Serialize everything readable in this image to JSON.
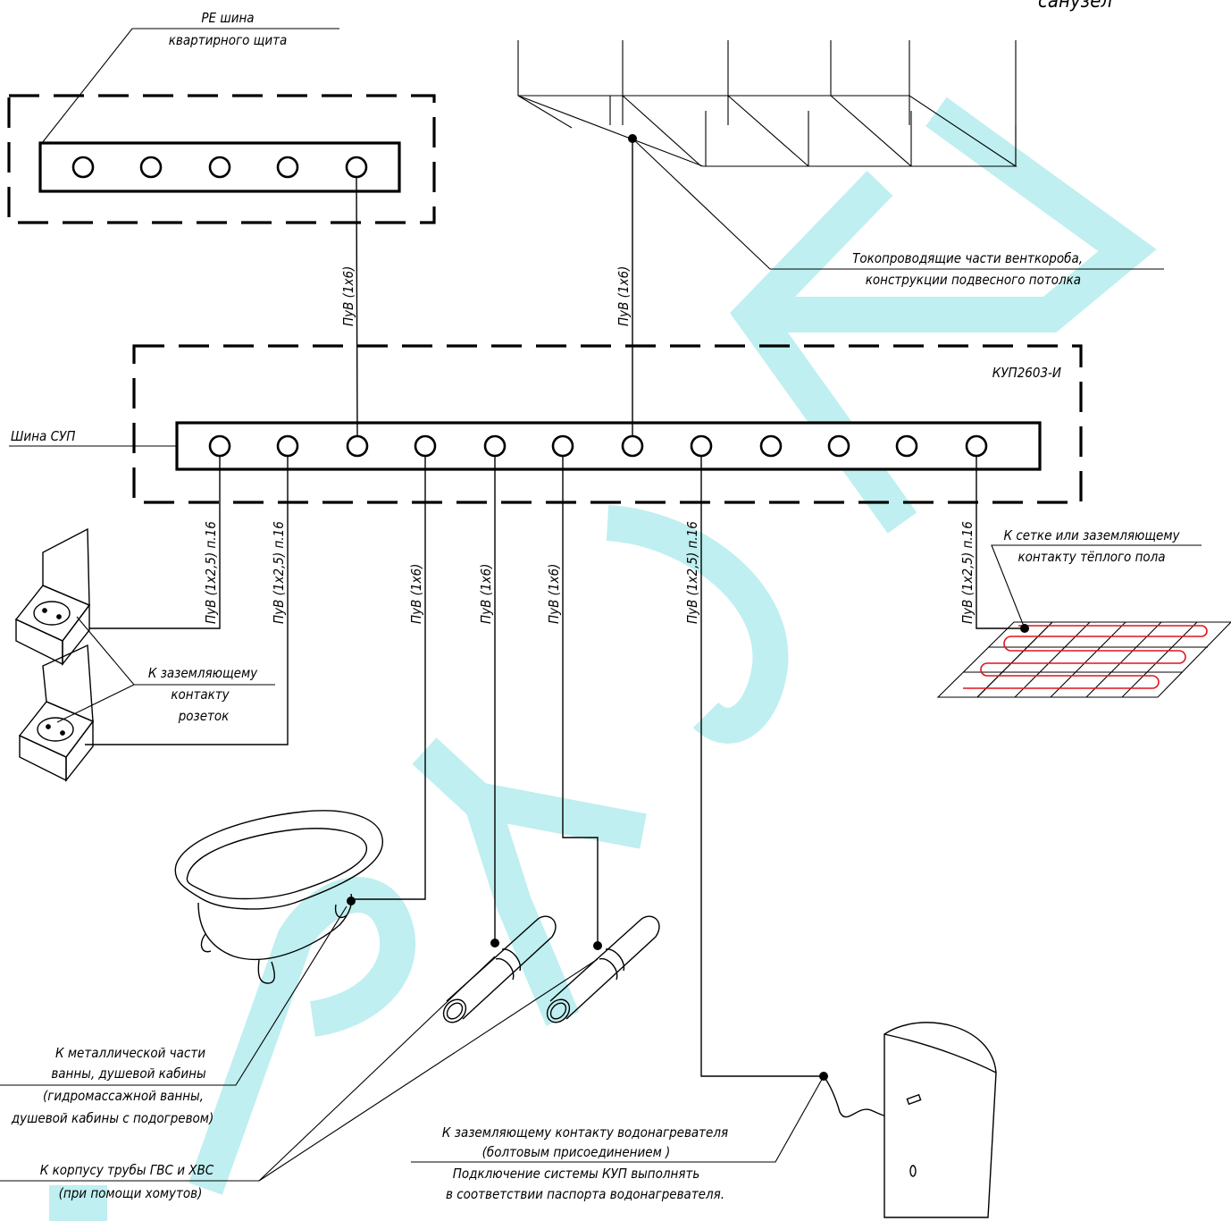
{
  "top_right_title": "санузел",
  "pe_bus_label": [
    "PE шина",
    "квартирного щита"
  ],
  "ceiling_label": [
    "Токопроводящие части венткороба,",
    "конструкции подвесного потолка"
  ],
  "box_label": "КУП2603-И",
  "bus_label": "Шина СУП",
  "wire_pvu6": "ПуВ (1х6)",
  "wire_pvu25": "ПуВ (1х2,5) п.16",
  "floor_label": [
    "К сетке или заземляющему",
    "контакту тёплого пола"
  ],
  "socket_label": [
    "К заземляющему",
    "контакту",
    "розеток"
  ],
  "bath_label": [
    "К металлической части",
    "ванны, душевой кабины",
    "(гидромассажной ванны,",
    "душевой кабины с подогревом)"
  ],
  "pipe_label": [
    "К корпусу трубы ГВС и ХВС",
    "(при помощи хомутов)"
  ],
  "heater_label": [
    "К заземляющему контакту водонагревателя",
    "(болтовым присоединением )",
    "Подключение системы КУП выполнять",
    "в соответствии паспорта водонагревателя."
  ],
  "colors": {
    "watermark": "#bfeff0",
    "heating_cable": "#e0141e"
  },
  "watermark_icon": "sample-watermark-icon"
}
